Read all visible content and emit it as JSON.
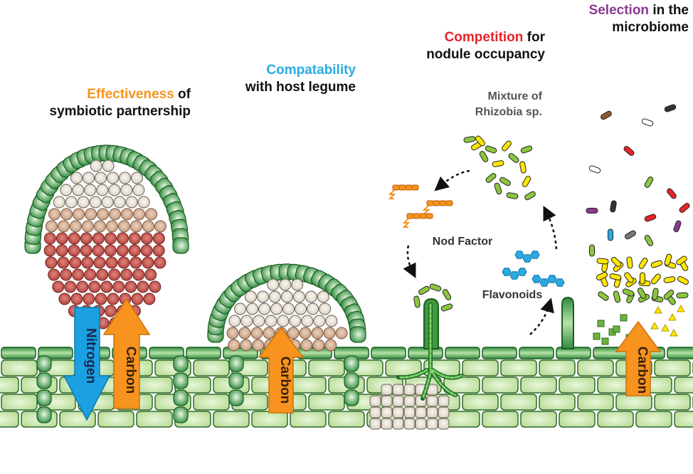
{
  "headings": {
    "selection": {
      "word": "Selection",
      "rest": " in the",
      "line2": "microbiome"
    },
    "competition": {
      "word": "Competition",
      "rest": " for",
      "line2": "nodule occupancy"
    },
    "compatibility": {
      "word": "Compatability",
      "line2": "with host legume"
    },
    "effectiveness": {
      "word": "Effectiveness",
      "rest": " of",
      "line2": "symbiotic partnership"
    }
  },
  "labels": {
    "mixture_line1": "Mixture of",
    "mixture_line2": "Rhizobia sp.",
    "nod_factor": "Nod Factor",
    "flavonoids": "Flavonoids",
    "carbon": "Carbon",
    "nitrogen": "Nitrogen"
  },
  "colors": {
    "selection": "#8B3A8F",
    "competition": "#E8232A",
    "compatibility": "#29ABE2",
    "effectiveness": "#F7931E",
    "carbon_arrow": "#F7931E",
    "nitrogen_arrow": "#1BA1E2",
    "root_green": "#CDEBB0",
    "nodule_red": "#C14A45",
    "nodule_tan": "#D2A98A"
  }
}
